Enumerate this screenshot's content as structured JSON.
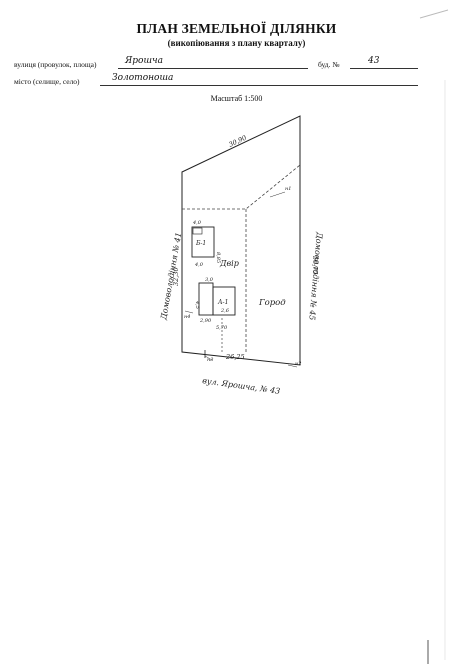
{
  "header": {
    "title": "ПЛАН ЗЕМЕЛЬНОЇ ДІЛЯНКИ",
    "subtitle": "(викопіювання з плану кварталу)"
  },
  "fields": {
    "street_label": "вулиця (провулок, площа)",
    "street_value": "Ярошча",
    "building_label": "буд. №",
    "building_value": "43",
    "city_label": "місто (селище, село)",
    "city_value": "Золотоноша"
  },
  "scale": "Масштаб 1:500",
  "plan": {
    "dim_top": "30,90",
    "dim_left": "32,30",
    "dim_right": "56,75",
    "dim_bottom": "26,25",
    "neighbor_left": "Домоволодіння № 41",
    "neighbor_right": "Домоволодіння № 45",
    "yard": "Двір",
    "garden": "Город",
    "street_bottom": "вул. Ярошча, № 43",
    "house_a": "А-1",
    "house_a_dims": "2,6",
    "building_b": "Б-1",
    "points": [
      "н1",
      "н2",
      "н3",
      "н4"
    ],
    "small_dims": [
      "4,0",
      "4,0",
      "3,0",
      "2,90",
      "5,70",
      "8,85",
      "4,5"
    ]
  }
}
